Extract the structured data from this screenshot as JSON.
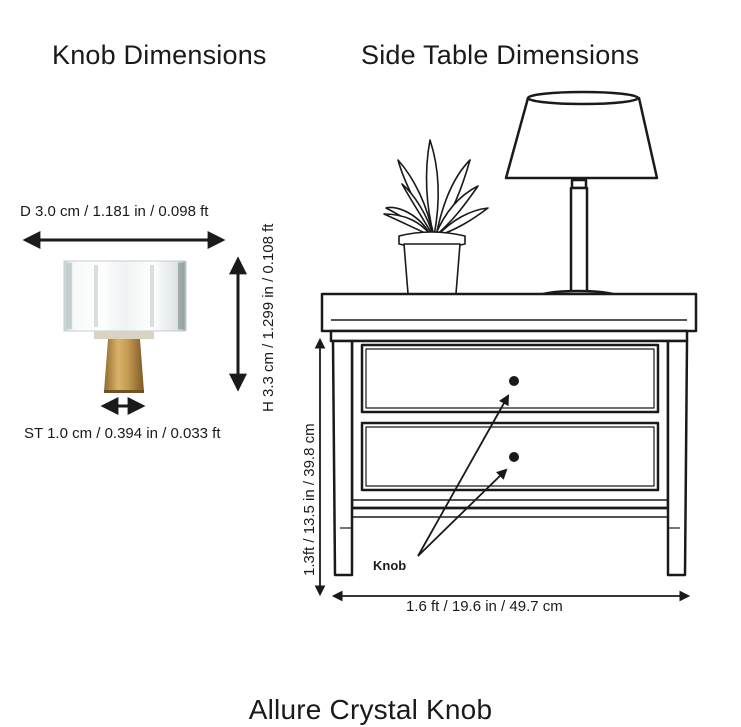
{
  "headings": {
    "knob": "Knob Dimensions",
    "table": "Side Table Dimensions",
    "product": "Allure Crystal Knob"
  },
  "knob_dims": {
    "diameter": "D 3.0 cm / 1.181 in / 0.098 ft",
    "height": "H 3.3 cm / 1.299 in / 0.108 ft",
    "stem": "ST 1.0 cm / 0.394 in / 0.033 ft"
  },
  "table_dims": {
    "width": "1.6 ft / 19.6 in / 49.7 cm",
    "height": "1.3ft / 13.5 in / 39.8 cm",
    "callout": "Knob"
  },
  "colors": {
    "line": "#1a1a1a",
    "brass": "#b8924a",
    "crystal": "#e6ecee"
  }
}
